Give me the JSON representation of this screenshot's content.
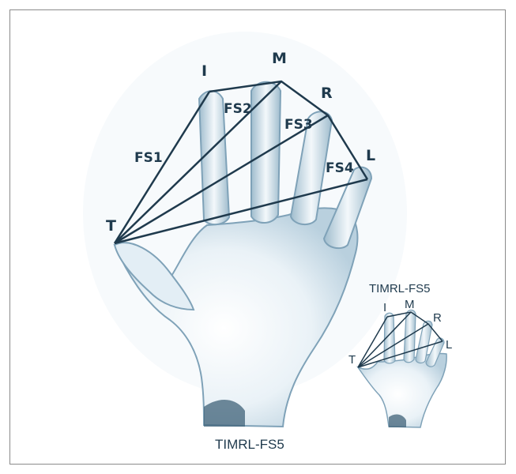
{
  "main_figure": {
    "points": {
      "T": "T",
      "I": "I",
      "M": "M",
      "R": "R",
      "L": "L"
    },
    "spans": {
      "FS1": "FS1",
      "FS2": "FS2",
      "FS3": "FS3",
      "FS4": "FS4"
    },
    "caption": "TIMRL-FS5"
  },
  "inset_figure": {
    "title": "TIMRL-FS5",
    "points": {
      "T": "T",
      "I": "I",
      "M": "M",
      "R": "R",
      "L": "L"
    }
  },
  "colors": {
    "line": "#1f3a4d",
    "hand_fill": "#dce9f1",
    "hand_edge": "#7fa2b8",
    "hand_shadow": "#3f6278"
  },
  "icons": [
    "hand-illustration"
  ]
}
